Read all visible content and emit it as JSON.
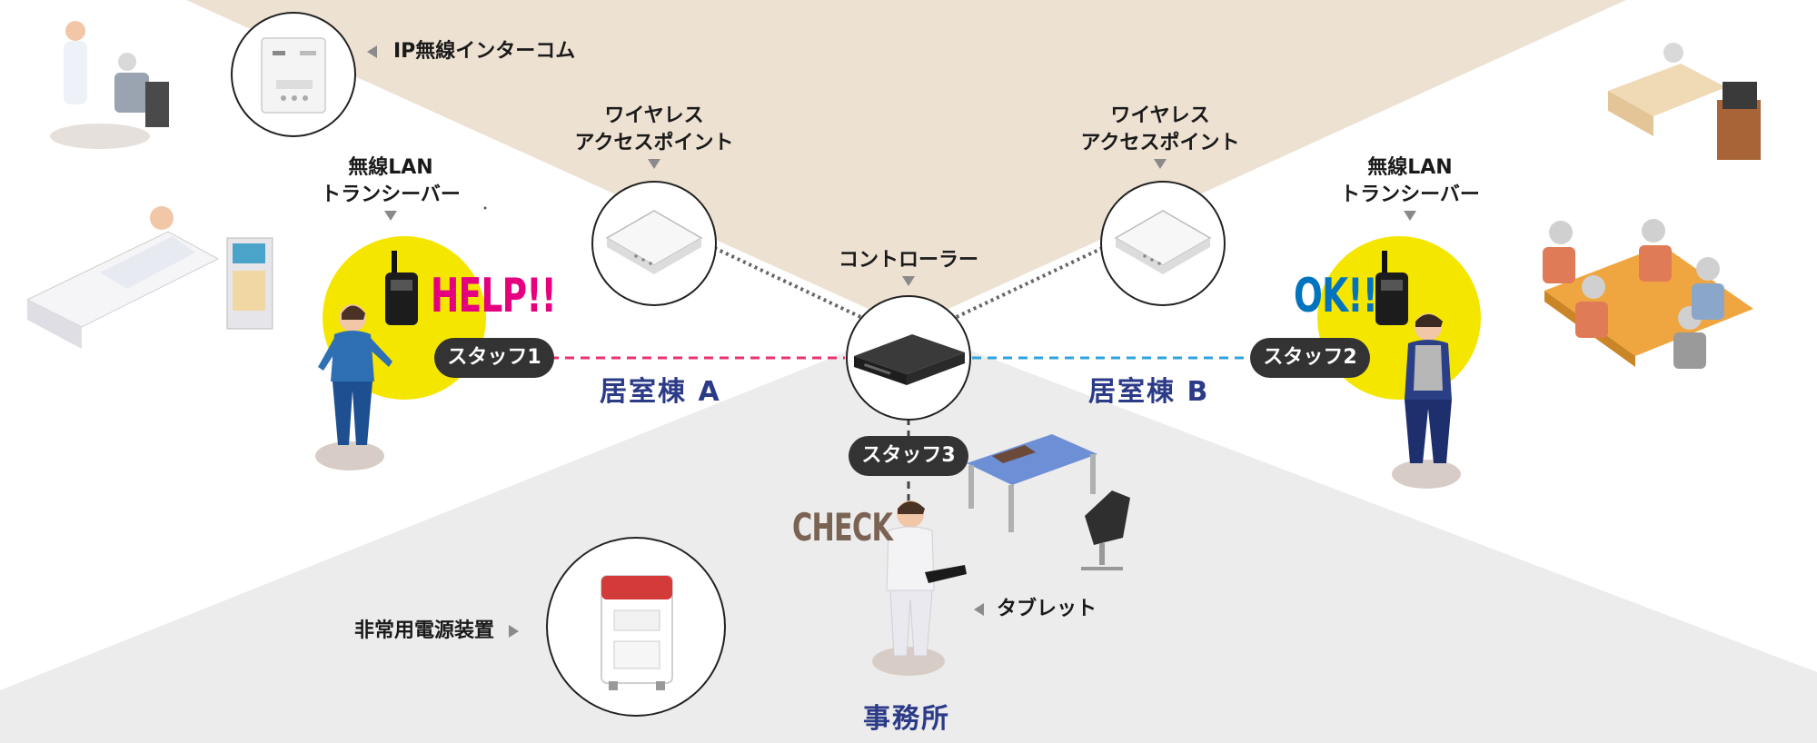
{
  "devices": {
    "intercom": "IP無線インターコム",
    "access_point_left": [
      "ワイヤレス",
      "アクセスポイント"
    ],
    "access_point_right": [
      "ワイヤレス",
      "アクセスポイント"
    ],
    "transceiver_left": [
      "無線LAN",
      "トランシーバー"
    ],
    "transceiver_right": [
      "無線LAN",
      "トランシーバー"
    ],
    "controller": "コントローラー",
    "tablet": "タブレット",
    "emergency_power": "非常用電源装置"
  },
  "staff": {
    "staff1": "スタッフ1",
    "staff2": "スタッフ2",
    "staff3": "スタッフ3"
  },
  "calls": {
    "help": "HELP!!",
    "ok": "OK!!",
    "check": "CHECK"
  },
  "areas": {
    "wing_a": "居室棟 A",
    "wing_b": "居室棟 B",
    "office": "事務所"
  },
  "colors": {
    "top_zone": "#ede1d2",
    "bottom_zone": "#ececec",
    "line_a": "#e8336d",
    "line_b": "#2fa3dc",
    "highlight": "#f5e600",
    "help": "#e4007f",
    "ok": "#0074bf",
    "check": "#7b6354",
    "wing_text": "#2c3b87"
  }
}
